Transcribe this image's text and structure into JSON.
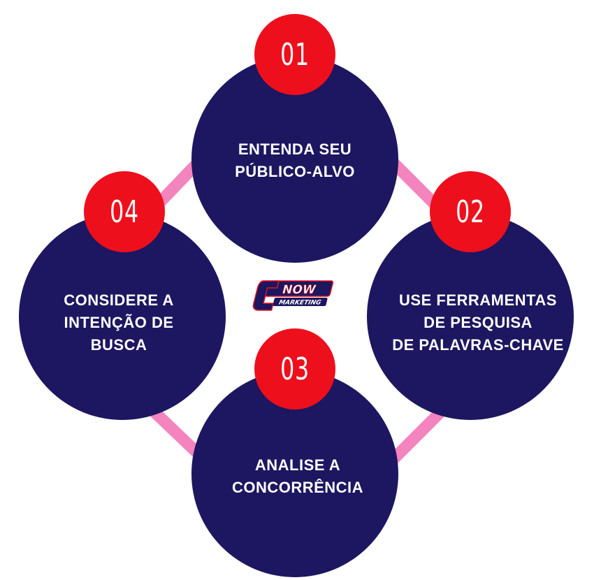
{
  "colors": {
    "circle_fill": "#1c1760",
    "badge_fill": "#ee0f1c",
    "connector": "#f484bd",
    "text": "#ffffff",
    "logo_navy": "#1c1760",
    "logo_red": "#ee0f1c"
  },
  "steps": [
    {
      "number": "01",
      "lines": [
        "ENTENDA SEU",
        "PÚBLICO-ALVO"
      ]
    },
    {
      "number": "02",
      "lines": [
        "USE FERRAMENTAS",
        "DE PESQUISA",
        "DE PALAVRAS-CHAVE"
      ]
    },
    {
      "number": "03",
      "lines": [
        "ANALISE A",
        "CONCORRÊNCIA"
      ]
    },
    {
      "number": "04",
      "lines": [
        "CONSIDERE A",
        "INTENÇÃO DE",
        "BUSCA"
      ]
    }
  ],
  "logo": {
    "name": "CNOW",
    "tagline": "MARKETING"
  }
}
